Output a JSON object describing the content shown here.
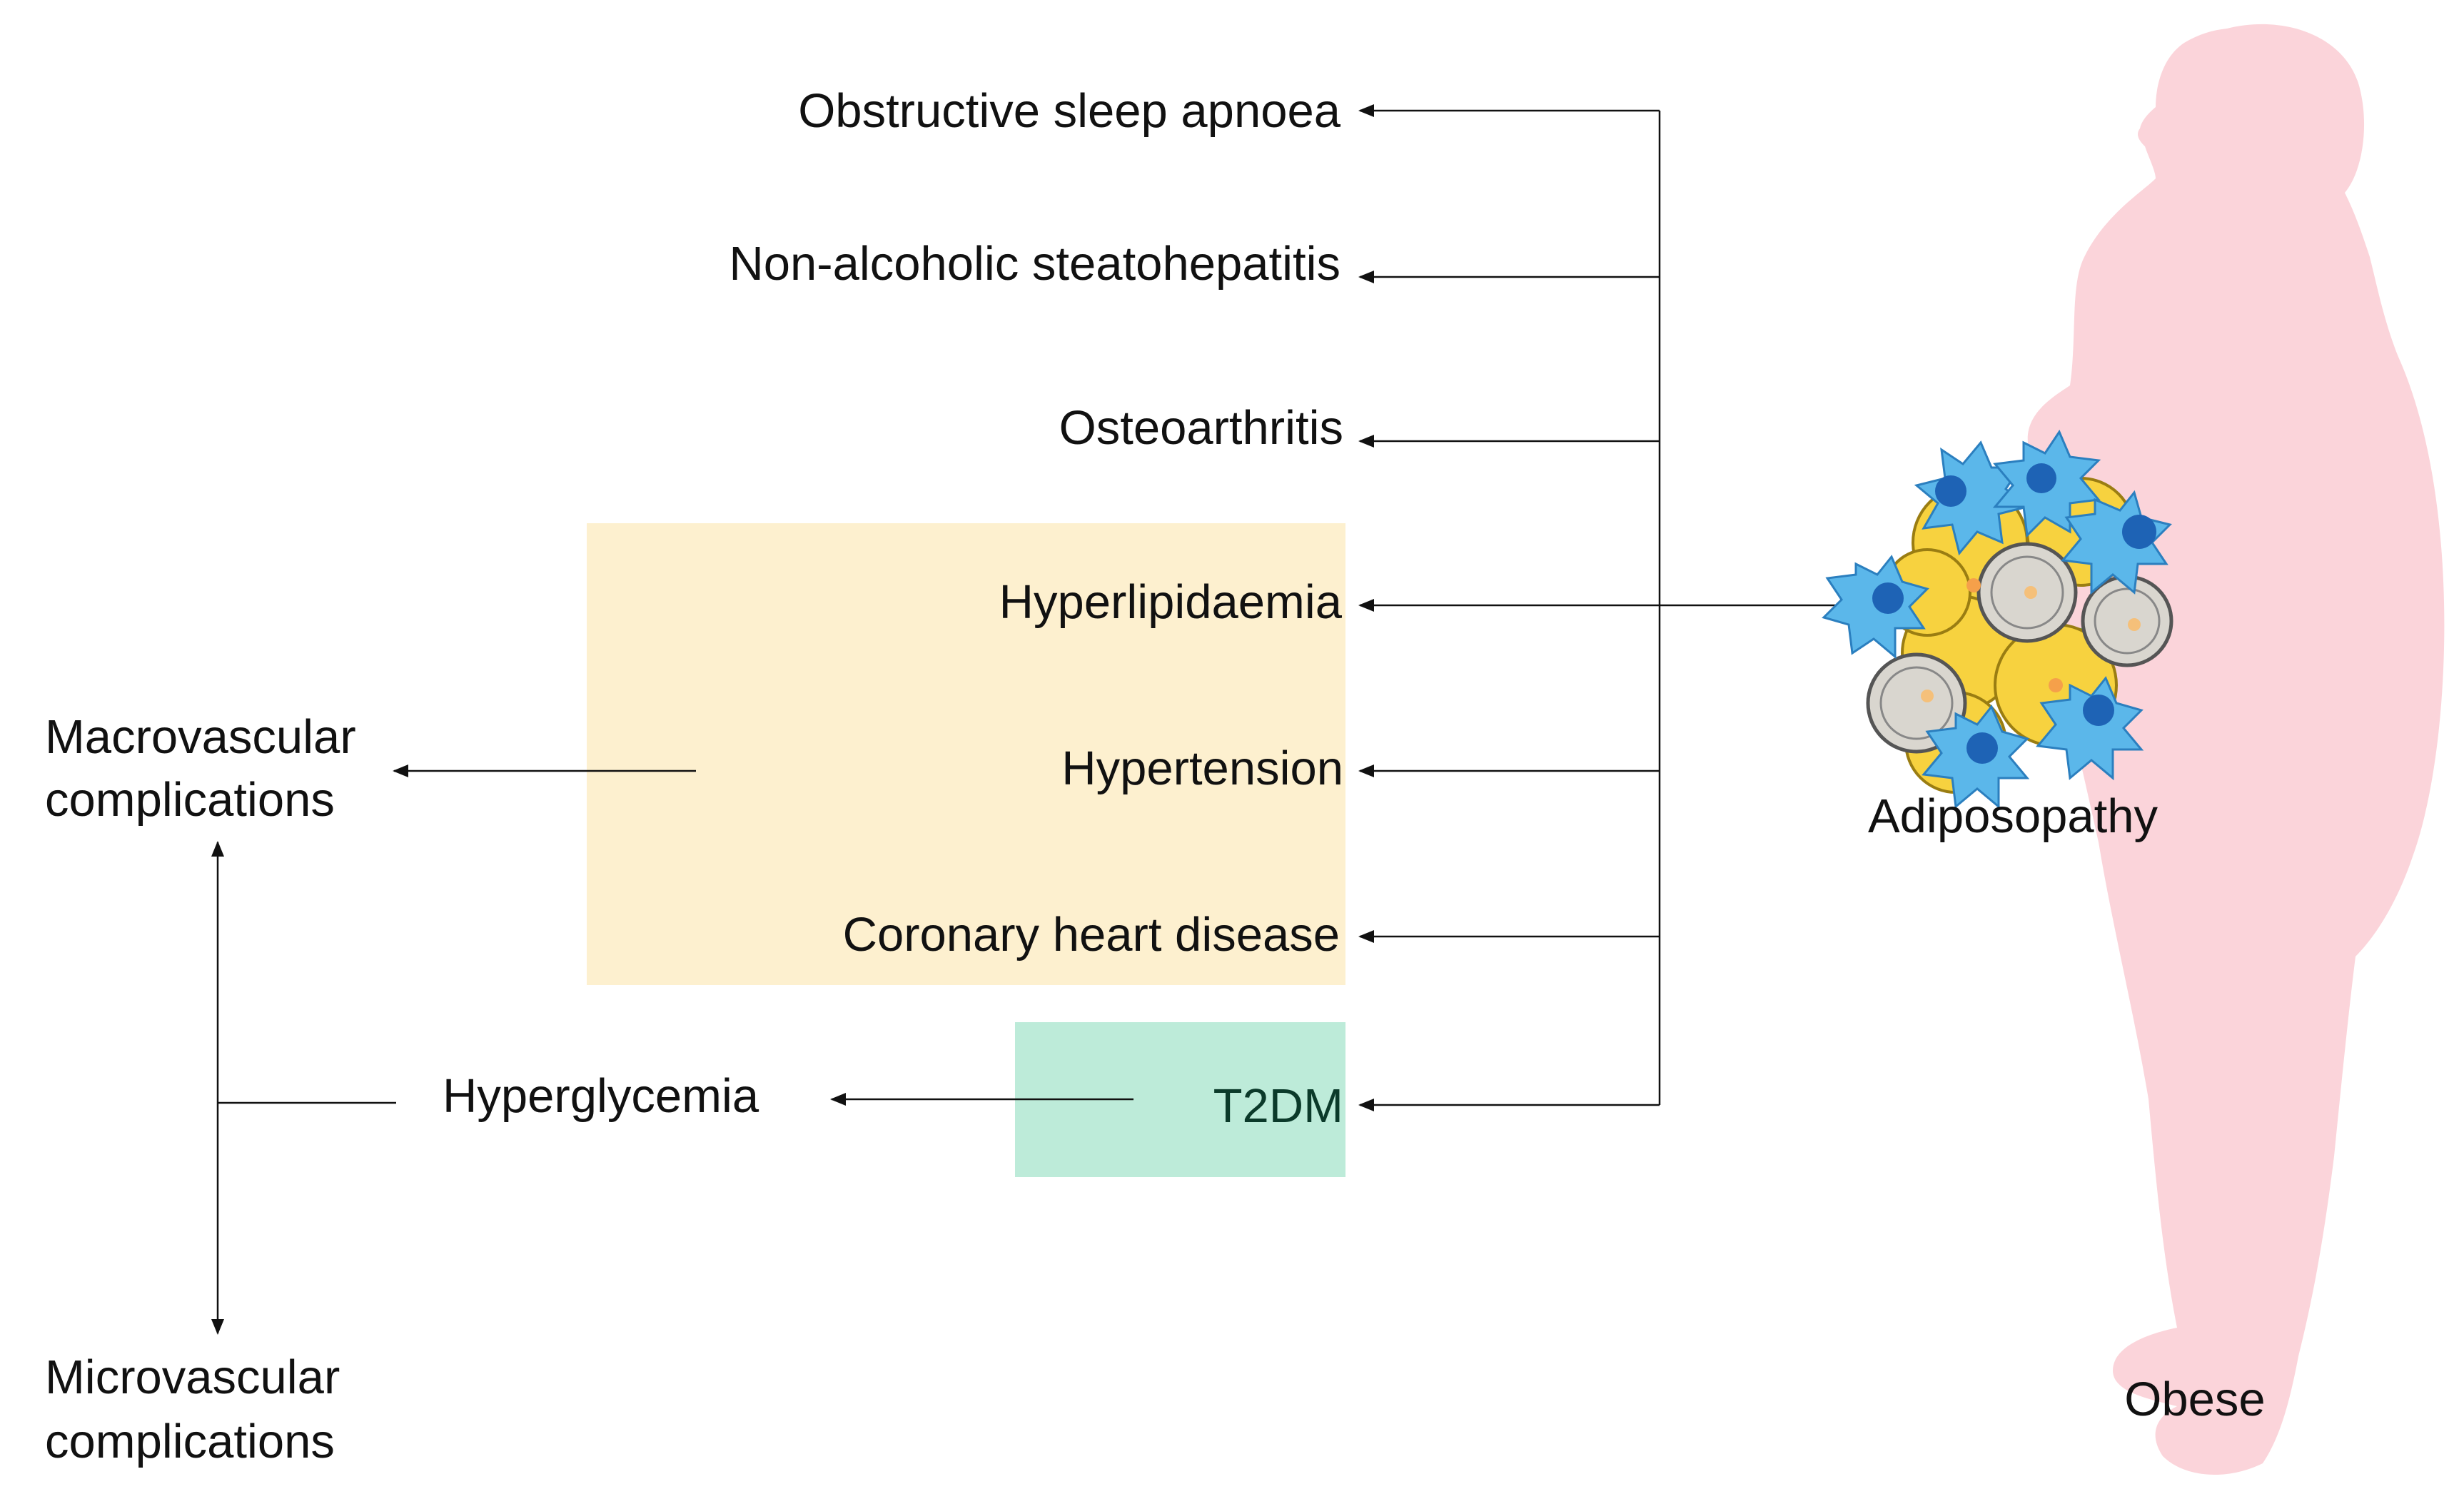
{
  "labels": {
    "sleep_apnoea": "Obstructive sleep apnoea",
    "nash": "Non-alcoholic steatohepatitis",
    "osteoarthritis": "Osteoarthritis",
    "hyperlipidaemia": "Hyperlipidaemia",
    "hypertension": "Hypertension",
    "chd": "Coronary heart disease",
    "t2dm": "T2DM",
    "hyperglycemia": "Hyperglycemia",
    "macro_line1": "Macrovascular",
    "macro_line2": "complications",
    "micro_line1": "Microvascular",
    "micro_line2": "complications",
    "adiposopathy": "Adiposopathy",
    "obese": "Obese"
  },
  "colors": {
    "cardio_box": "#fdf0cf",
    "t2dm_box": "#bdebd9",
    "silhouette": "#fbd4da",
    "arrow": "#111111",
    "cell_yellow": "#f7d23f",
    "cell_grey": "#d9d6cf",
    "immune_blue": "#5bb7ea",
    "nucleus_blue": "#1e63b5",
    "fibre_green": "#5fbf5a"
  },
  "icons": {
    "body": "obese-person-silhouette",
    "tissue": "adipose-tissue-cluster-icon"
  }
}
